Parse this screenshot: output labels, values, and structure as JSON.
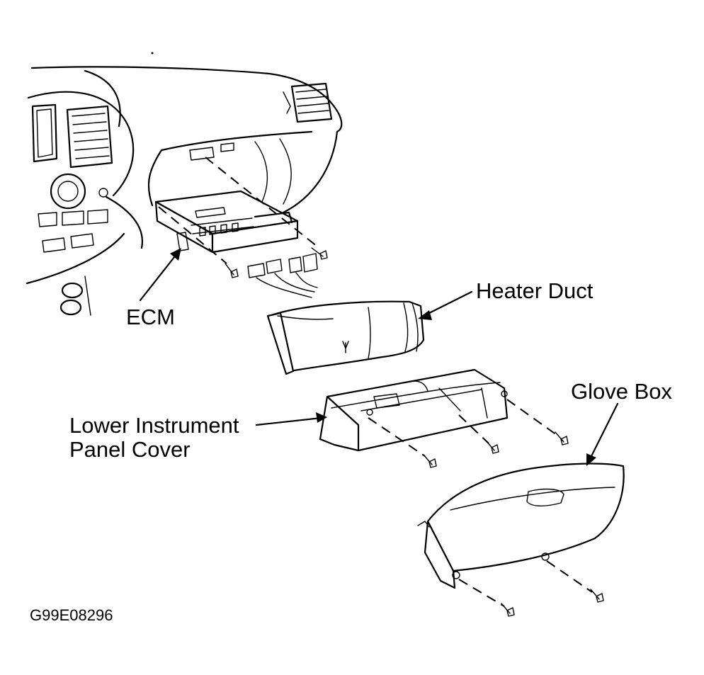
{
  "labels": {
    "ecm": "ECM",
    "heater_duct": "Heater Duct",
    "glove_box": "Glove Box",
    "lower_panel_line1": "Lower Instrument",
    "lower_panel_line2": "Panel Cover"
  },
  "figure_code": "G99E08296",
  "colors": {
    "line": "#000000",
    "background": "#ffffff"
  }
}
